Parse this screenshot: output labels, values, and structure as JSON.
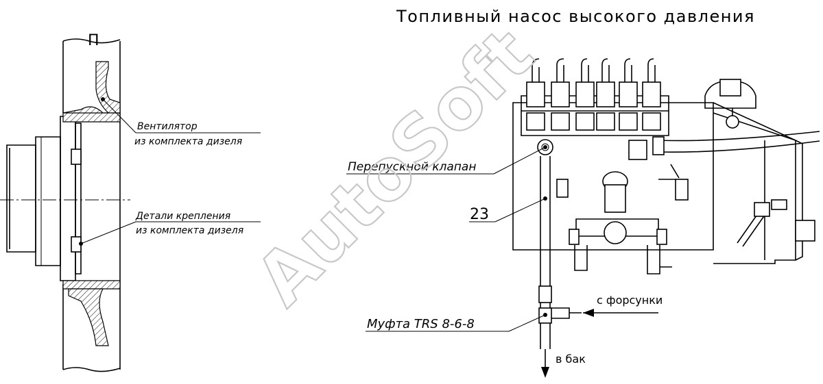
{
  "view_label": "П",
  "title": "Топливный насос высокого давления",
  "callouts": {
    "fan_line1": "Вентилятор",
    "fan_line2": "из комплекта дизеля",
    "fasteners_line1": "Детали крепления",
    "fasteners_line2": "из комплекта дизеля",
    "bypass_valve": "Перепускной клапан",
    "item_number": "23",
    "coupling": "Муфта TRS 8-6-8",
    "from_injectors": "с форсунки",
    "to_tank": "в бак"
  },
  "watermark": "AutoSoft",
  "colors": {
    "line": "#000000",
    "watermark": "#c8c8c8",
    "background": "#ffffff"
  }
}
